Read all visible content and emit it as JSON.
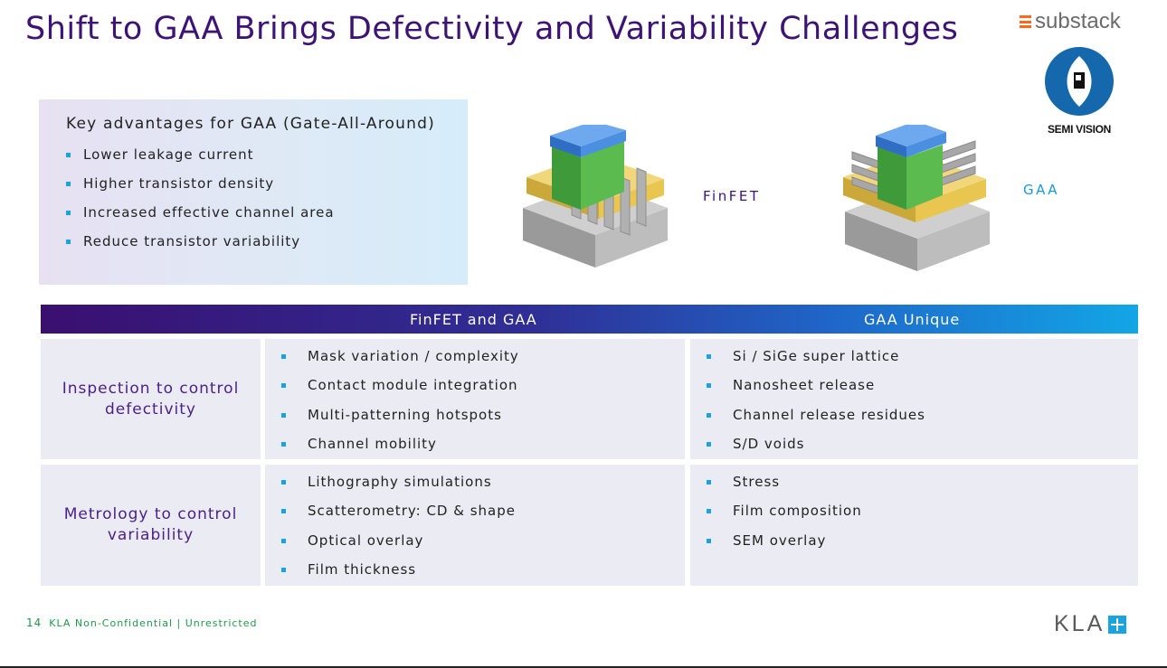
{
  "title": "Shift to GAA Brings Defectivity and Variability Challenges",
  "brand": {
    "substack": "substack",
    "semi_vision": "SEMI VISION",
    "kla": "KLA"
  },
  "advantages": {
    "heading": "Key advantages for GAA (Gate-All-Around)",
    "items": [
      "Lower leakage current",
      "Higher transistor density",
      "Increased effective channel area",
      "Reduce transistor variability"
    ]
  },
  "diagrams": {
    "finfet_label": "FinFET",
    "gaa_label": "GAA"
  },
  "table": {
    "headers": [
      "FinFET and GAA",
      "GAA Unique"
    ],
    "rows": [
      {
        "label": "Inspection to control defectivity",
        "common": [
          "Mask variation / complexity",
          "Contact module integration",
          "Multi-patterning hotspots",
          "Channel mobility"
        ],
        "unique": [
          "Si / SiGe super lattice",
          "Nanosheet release",
          "Channel release residues",
          "S/D voids"
        ]
      },
      {
        "label": "Metrology to control variability",
        "common": [
          "Lithography simulations",
          "Scatterometry: CD & shape",
          "Optical overlay",
          "Film thickness"
        ],
        "unique": [
          "Stress",
          "Film composition",
          "SEM overlay"
        ]
      }
    ]
  },
  "footer": {
    "page": "14",
    "text": "KLA Non-Confidential | Unrestricted"
  },
  "colors": {
    "title": "#3d1476",
    "accent": "#1aa3e0",
    "footer": "#1f9a4a"
  }
}
